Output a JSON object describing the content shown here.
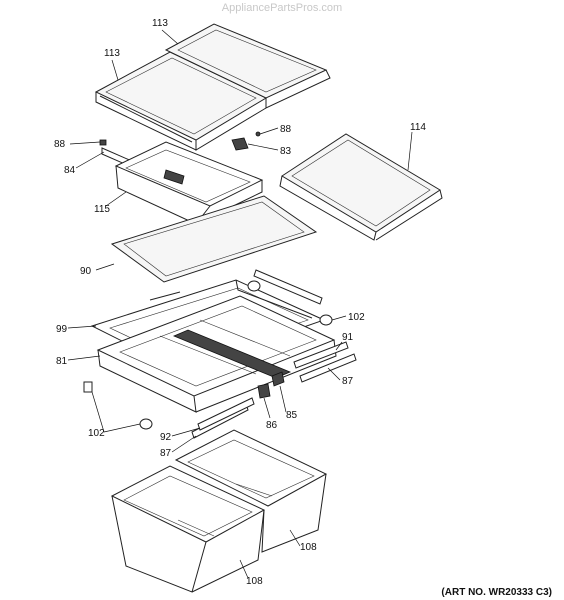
{
  "watermark": "AppliancePartsPros.com",
  "art_number": "(ART NO. WR20333 C3)",
  "callouts": {
    "c113a": "113",
    "c113b": "113",
    "c114": "114",
    "c88a": "88",
    "c84": "84",
    "c88b": "88",
    "c83": "83",
    "c115": "115",
    "c90": "90",
    "c99": "99",
    "c102a": "102",
    "c81": "81",
    "c91": "91",
    "c87a": "87",
    "c85": "85",
    "c86": "86",
    "c102b": "102",
    "c92": "92",
    "c87b": "87",
    "c108a": "108",
    "c108b": "108"
  }
}
